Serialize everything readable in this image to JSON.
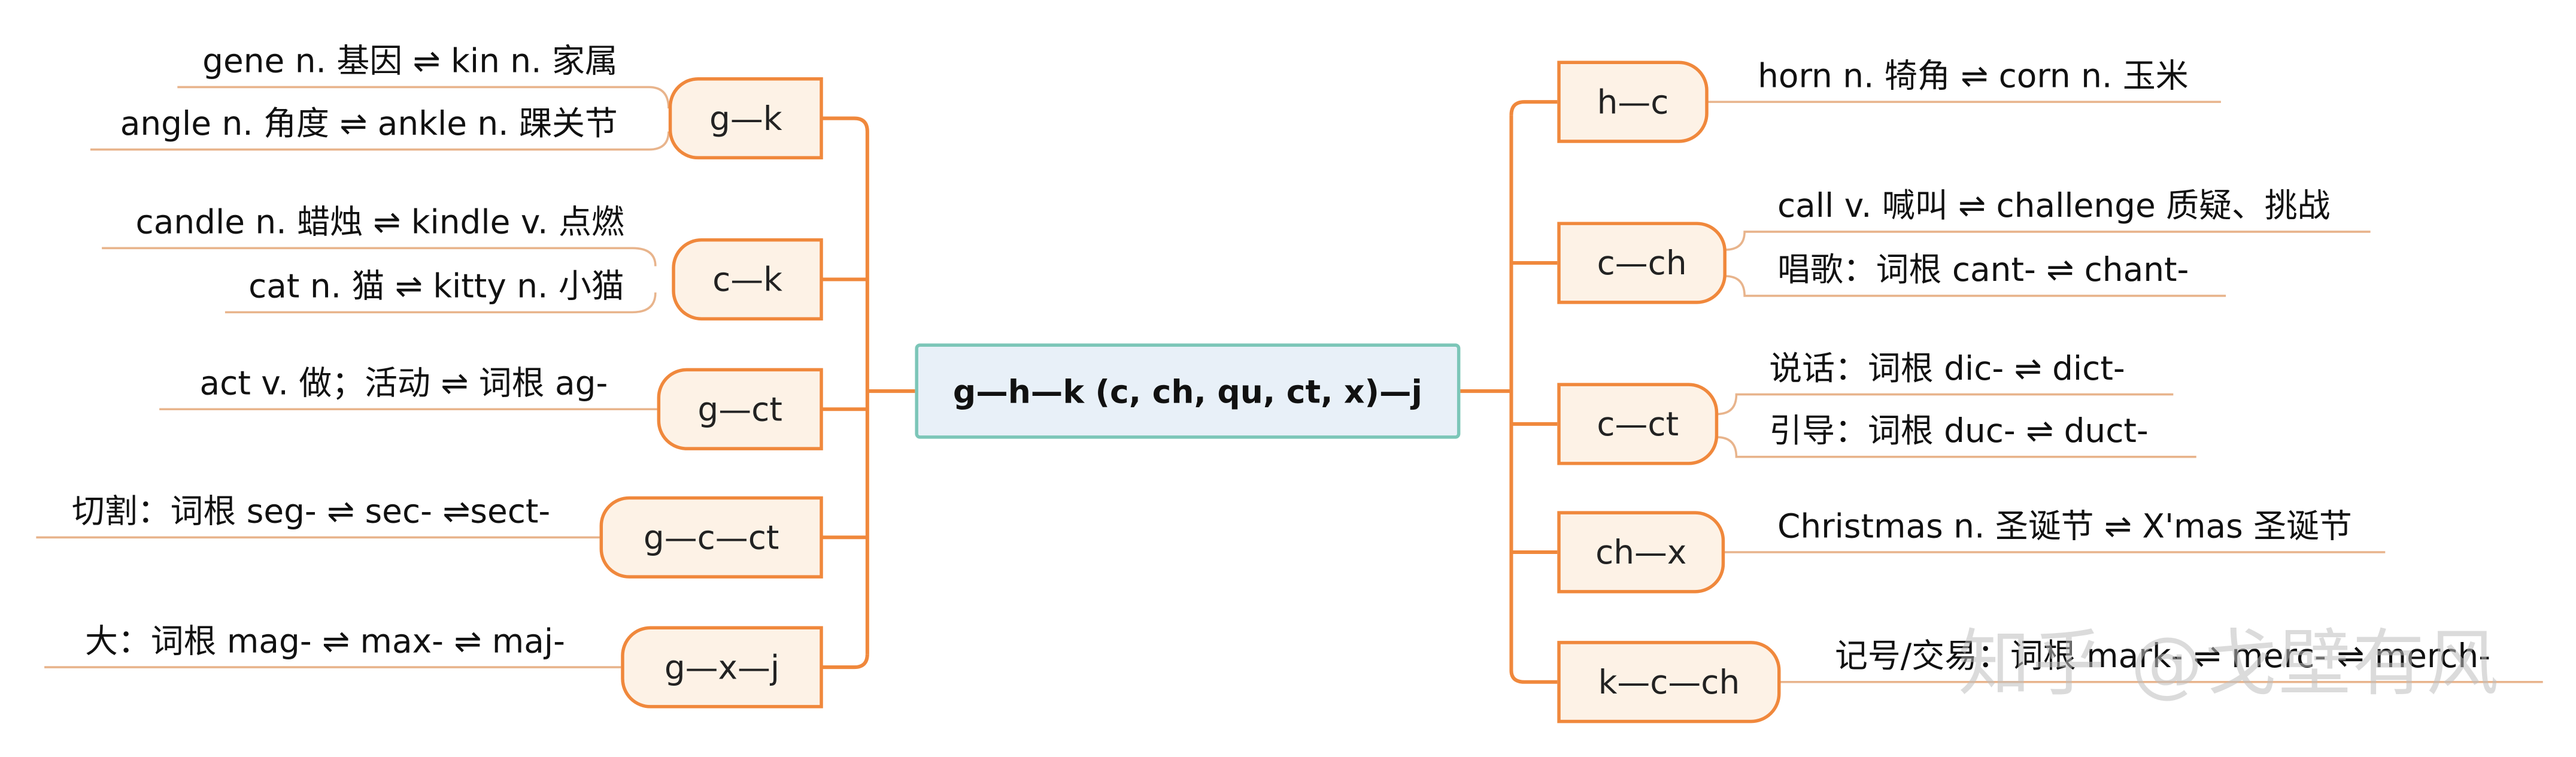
{
  "root": {
    "label": "g—h—k (c, ch, qu, ct, x)—j"
  },
  "left_branches": [
    {
      "label": "g—k",
      "leaves": [
        "gene n. 基因 ⇌ kin n. 家属",
        "angle n. 角度 ⇌ ankle n. 踝关节"
      ]
    },
    {
      "label": "c—k",
      "leaves": [
        "candle n. 蜡烛 ⇌ kindle v. 点燃",
        "cat n. 猫 ⇌ kitty n. 小猫"
      ]
    },
    {
      "label": "g—ct",
      "leaves": [
        "act v. 做；活动 ⇌ 词根 ag-"
      ]
    },
    {
      "label": "g—c—ct",
      "leaves": [
        "切割：词根 seg- ⇌ sec- ⇌sect-"
      ]
    },
    {
      "label": "g—x—j",
      "leaves": [
        "大：词根 mag- ⇌ max- ⇌ maj-"
      ]
    }
  ],
  "right_branches": [
    {
      "label": "h—c",
      "leaves": [
        "horn n. 犄角 ⇌ corn n. 玉米"
      ]
    },
    {
      "label": "c—ch",
      "leaves": [
        "call v. 喊叫 ⇌ challenge 质疑、挑战",
        "唱歌：词根 cant- ⇌ chant-"
      ]
    },
    {
      "label": "c—ct",
      "leaves": [
        "说话：词根 dic- ⇌ dict-",
        "引导：词根 duc- ⇌ duct-"
      ]
    },
    {
      "label": "ch—x",
      "leaves": [
        "Christmas n. 圣诞节 ⇌ X'mas 圣诞节"
      ]
    },
    {
      "label": "k—c—ch",
      "leaves": [
        "记号/交易：词根 mark- ⇌ merc- ⇌ merch-"
      ]
    }
  ],
  "watermark": {
    "text": "知乎 @戈壁有风"
  },
  "colors": {
    "connector": "#f0883c",
    "leaf_line": "#e8b48c",
    "branch_border": "#f0883c",
    "branch_fill": "#fdf2e6",
    "root_border": "#7cc6b8",
    "root_fill": "#e8f0f8"
  }
}
